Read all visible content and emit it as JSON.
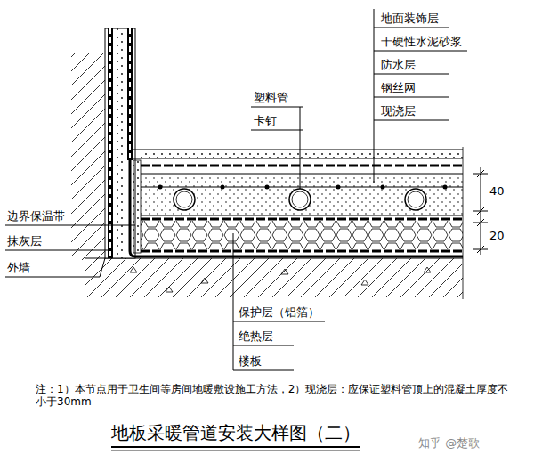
{
  "diagram": {
    "title": "地板采暖管道安装大样图（二）",
    "labels": [
      "地面装饰层",
      "干硬性水泥砂浆",
      "防水层",
      "钢丝网",
      "现浇层",
      "塑料管",
      "卡钉",
      "40",
      "20",
      "边界保温带",
      "抹灰层",
      "外墙",
      "保护层（铝箔）",
      "绝热层",
      "楼板",
      "注：1）本节点用于卫生间等房间地暖敷设施工方法，2）现浇层：应保证塑料管顶上的混凝土厚度不小于30mm",
      "知乎 @楚歌"
    ]
  }
}
